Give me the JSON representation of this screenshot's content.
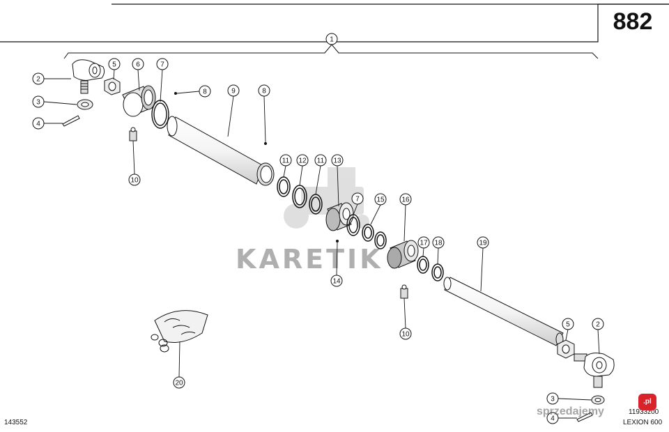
{
  "page_number": "882",
  "assembly_callout": "1",
  "drawing_id": "143552",
  "figure_code": "11933z00",
  "model": "LEXION 600",
  "watermark": "KARETIK",
  "site_watermark": "sprzedajemy",
  "site_badge": ".pl",
  "callouts": [
    {
      "id": "c2a",
      "label": "2"
    },
    {
      "id": "c3a",
      "label": "3"
    },
    {
      "id": "c4a",
      "label": "4"
    },
    {
      "id": "c5a",
      "label": "5"
    },
    {
      "id": "c6",
      "label": "6"
    },
    {
      "id": "c7a",
      "label": "7"
    },
    {
      "id": "c8a",
      "label": "8"
    },
    {
      "id": "c9",
      "label": "9"
    },
    {
      "id": "c8b",
      "label": "8"
    },
    {
      "id": "c10a",
      "label": "10"
    },
    {
      "id": "c11a",
      "label": "11"
    },
    {
      "id": "c12",
      "label": "12"
    },
    {
      "id": "c11b",
      "label": "11"
    },
    {
      "id": "c13",
      "label": "13"
    },
    {
      "id": "c7b",
      "label": "7"
    },
    {
      "id": "c14",
      "label": "14"
    },
    {
      "id": "c15",
      "label": "15"
    },
    {
      "id": "c16",
      "label": "16"
    },
    {
      "id": "c17",
      "label": "17"
    },
    {
      "id": "c18",
      "label": "18"
    },
    {
      "id": "c19",
      "label": "19"
    },
    {
      "id": "c10b",
      "label": "10"
    },
    {
      "id": "c5b",
      "label": "5"
    },
    {
      "id": "c2b",
      "label": "2"
    },
    {
      "id": "c3b",
      "label": "3"
    },
    {
      "id": "c4b",
      "label": "4"
    },
    {
      "id": "c20",
      "label": "20"
    }
  ]
}
